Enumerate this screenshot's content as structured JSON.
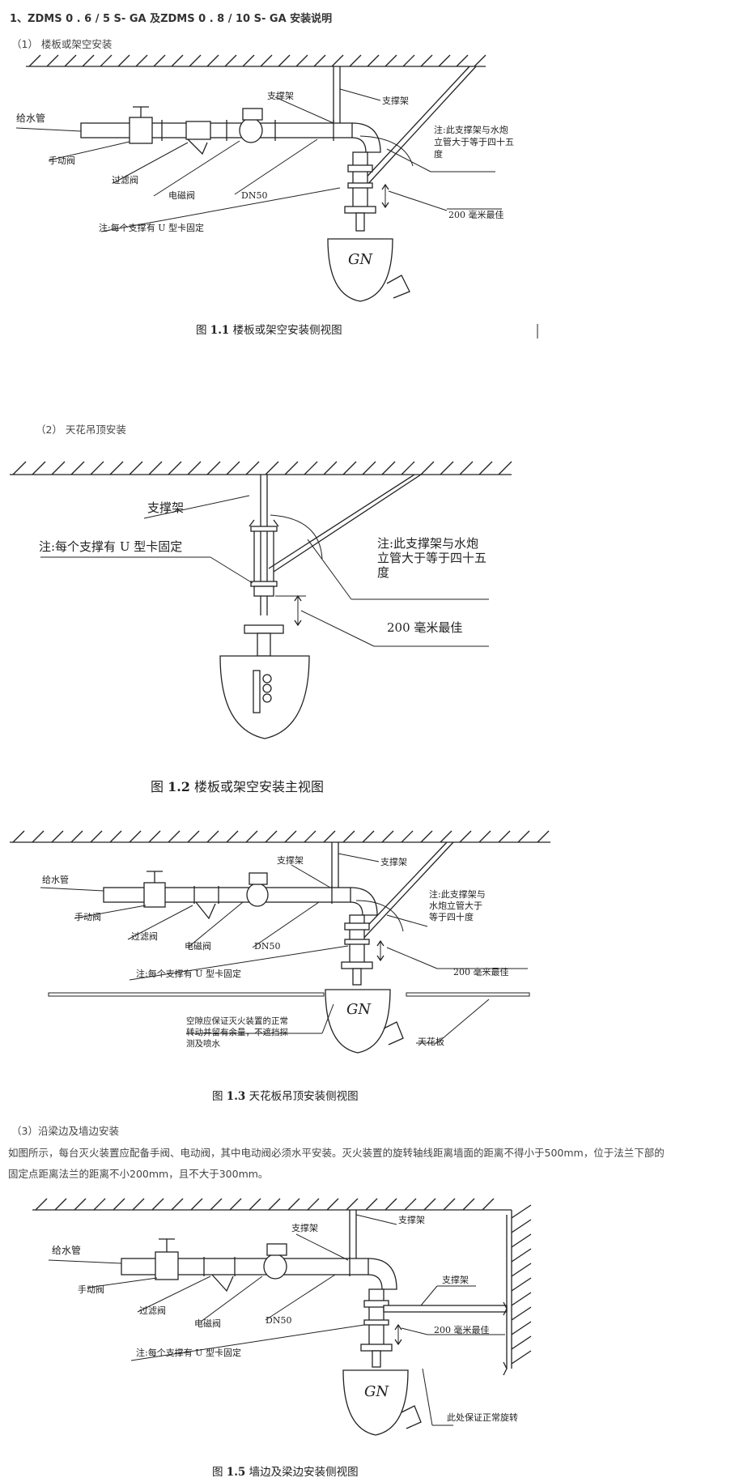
{
  "heading": "1、ZDMS 0 . 6 / 5 S- GA 及ZDMS 0 . 8 / 10 S- GA 安装说明",
  "section1": "（1） 楼板或架空安装",
  "section2": "（2） 天花吊顶安装",
  "section3": "（3）沿梁边及墙边安装",
  "paragraph": [
    "如图所示，每台灭火装置应配备手阀、电动阀，其中电动阀必须水平安装。灭火装置的旋转轴线距离墙面的距离不得小于500mm，位于法兰下部的",
    "固定点距离法兰的距离不小200mm，且不大于300mm。"
  ],
  "fig1": {
    "caption_pre": "图 ",
    "caption_num": "1.1",
    "caption_text": "  楼板或架空安装侧视图",
    "labels": {
      "water_pipe": "给水管",
      "manual_valve": "手动阀",
      "filter_valve": "过滤阀",
      "solenoid_valve": "电磁阀",
      "dn50": "DN50",
      "support1": "支撑架",
      "support2": "支撑架",
      "note_angle_1": "注:此支撑架与水炮",
      "note_angle_2": "立管大于等于四十五",
      "note_angle_3": "度",
      "best_200": "200 毫米最佳",
      "note_ubolt": "注:每个支撑有 U 型卡固定",
      "gn": "GN"
    }
  },
  "fig2": {
    "caption_pre": "图 ",
    "caption_num": "1.2",
    "caption_text": "  楼板或架空安装主视图",
    "labels": {
      "support": "支撑架",
      "note_ubolt": "注:每个支撑有 U 型卡固定",
      "note_angle_1": "注:此支撑架与水炮",
      "note_angle_2": "立管大于等于四十五",
      "note_angle_3": "度",
      "best_200": "200 毫米最佳"
    }
  },
  "fig3": {
    "caption_pre": "图 ",
    "caption_num": "1.3",
    "caption_text": " 天花板吊顶安装侧视图",
    "labels": {
      "water_pipe": "给水管",
      "manual_valve": "手动阀",
      "filter_valve": "过滤阀",
      "solenoid_valve": "电磁阀",
      "dn50": "DN50",
      "support1": "支撑架",
      "support2": "支撑架",
      "note_angle_1": "注:此支撑架与",
      "note_angle_2": "水炮立管大于",
      "note_angle_3": "等于四十度",
      "best_200": "200 毫米最佳",
      "note_ubolt": "注:每个支撑有 U 型卡固定",
      "gap_1": "空隙应保证灭火装置的正常",
      "gap_2": "转动并留有余量，不遮挡探",
      "gap_3": "测及喷水",
      "ceiling": "天花板",
      "gn": "GN"
    }
  },
  "fig5": {
    "caption_pre": "图 ",
    "caption_num": "1.5",
    "caption_text": " 墙边及梁边安装侧视图",
    "labels": {
      "water_pipe": "给水管",
      "manual_valve": "手动阀",
      "filter_valve": "过滤阀",
      "solenoid_valve": "电磁阀",
      "dn50": "DN50",
      "support1": "支撑架",
      "support2": "支撑架",
      "support3": "支撑架",
      "best_200": "200 毫米最佳",
      "note_ubolt": "注:每个支撑有 U 型卡固定",
      "rotation": "此处保证正常旋转",
      "gn": "GN"
    }
  }
}
